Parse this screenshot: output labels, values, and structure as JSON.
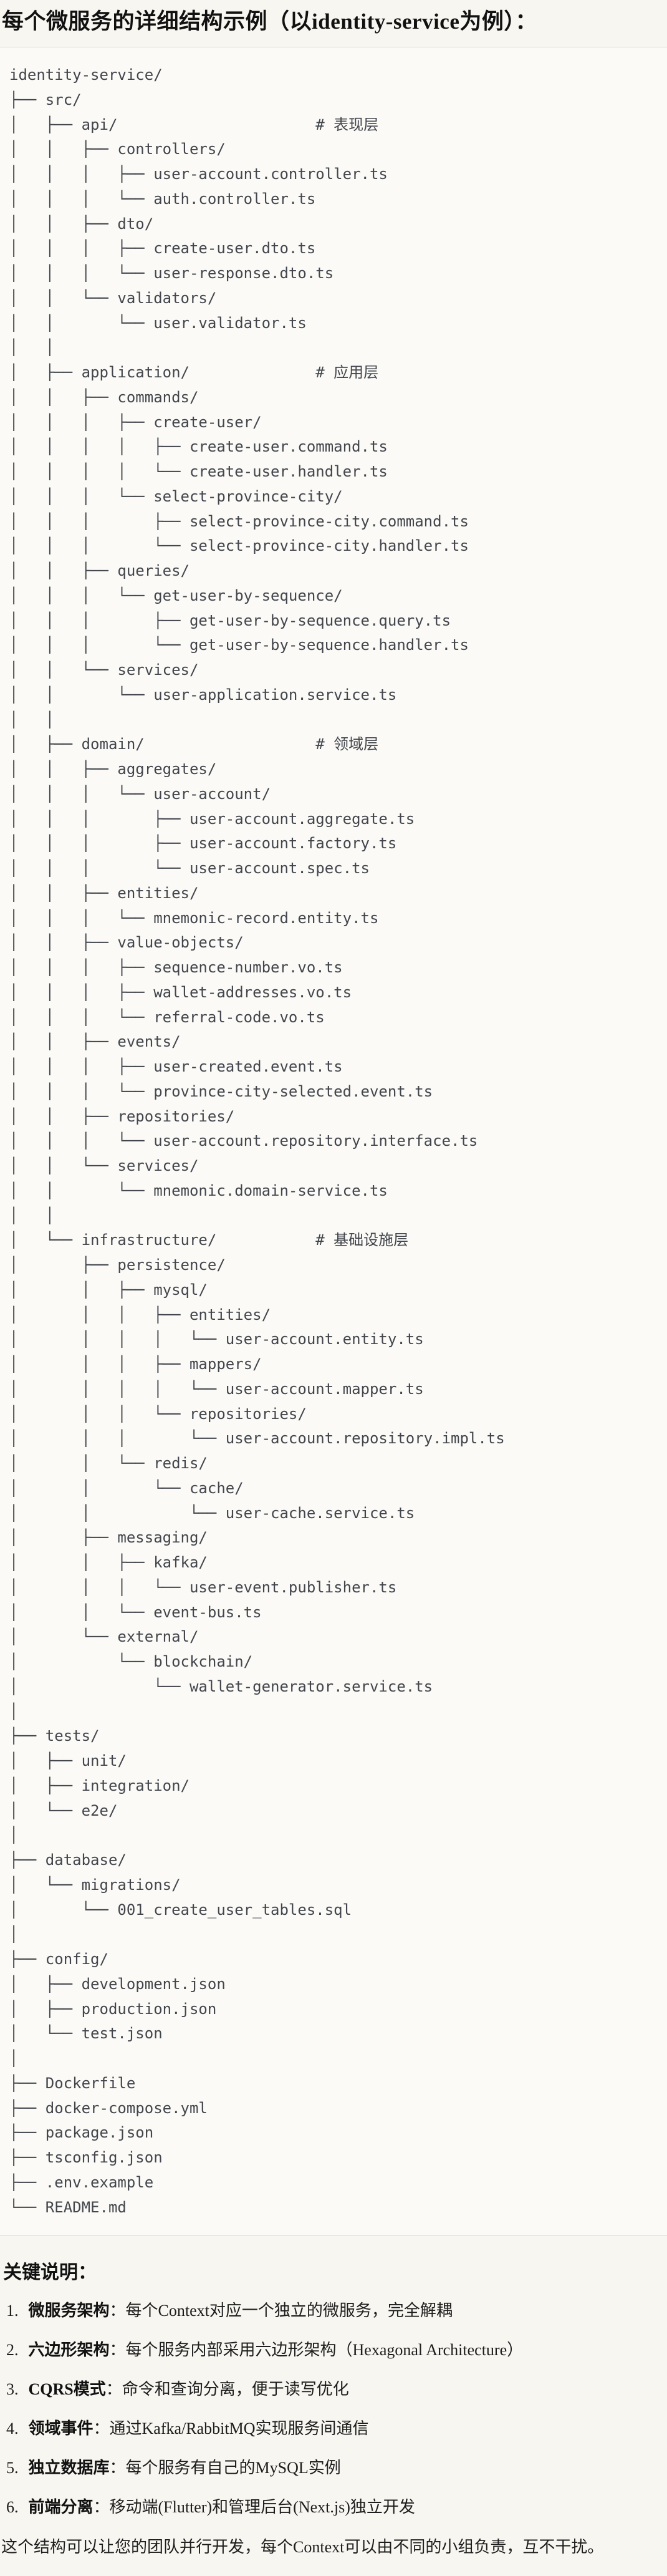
{
  "title": "每个微服务的详细结构示例（以identity-service为例）：",
  "tree_lines": [
    "identity-service/",
    "├── src/",
    "│   ├── api/                      # 表现层",
    "│   │   ├── controllers/",
    "│   │   │   ├── user-account.controller.ts",
    "│   │   │   └── auth.controller.ts",
    "│   │   ├── dto/",
    "│   │   │   ├── create-user.dto.ts",
    "│   │   │   └── user-response.dto.ts",
    "│   │   └── validators/",
    "│   │       └── user.validator.ts",
    "│   │",
    "│   ├── application/              # 应用层",
    "│   │   ├── commands/",
    "│   │   │   ├── create-user/",
    "│   │   │   │   ├── create-user.command.ts",
    "│   │   │   │   └── create-user.handler.ts",
    "│   │   │   └── select-province-city/",
    "│   │   │       ├── select-province-city.command.ts",
    "│   │   │       └── select-province-city.handler.ts",
    "│   │   ├── queries/",
    "│   │   │   └── get-user-by-sequence/",
    "│   │   │       ├── get-user-by-sequence.query.ts",
    "│   │   │       └── get-user-by-sequence.handler.ts",
    "│   │   └── services/",
    "│   │       └── user-application.service.ts",
    "│   │",
    "│   ├── domain/                   # 领域层",
    "│   │   ├── aggregates/",
    "│   │   │   └── user-account/",
    "│   │   │       ├── user-account.aggregate.ts",
    "│   │   │       ├── user-account.factory.ts",
    "│   │   │       └── user-account.spec.ts",
    "│   │   ├── entities/",
    "│   │   │   └── mnemonic-record.entity.ts",
    "│   │   ├── value-objects/",
    "│   │   │   ├── sequence-number.vo.ts",
    "│   │   │   ├── wallet-addresses.vo.ts",
    "│   │   │   └── referral-code.vo.ts",
    "│   │   ├── events/",
    "│   │   │   ├── user-created.event.ts",
    "│   │   │   └── province-city-selected.event.ts",
    "│   │   ├── repositories/",
    "│   │   │   └── user-account.repository.interface.ts",
    "│   │   └── services/",
    "│   │       └── mnemonic.domain-service.ts",
    "│   │",
    "│   └── infrastructure/           # 基础设施层",
    "│       ├── persistence/",
    "│       │   ├── mysql/",
    "│       │   │   ├── entities/",
    "│       │   │   │   └── user-account.entity.ts",
    "│       │   │   ├── mappers/",
    "│       │   │   │   └── user-account.mapper.ts",
    "│       │   │   └── repositories/",
    "│       │   │       └── user-account.repository.impl.ts",
    "│       │   └── redis/",
    "│       │       └── cache/",
    "│       │           └── user-cache.service.ts",
    "│       ├── messaging/",
    "│       │   ├── kafka/",
    "│       │   │   └── user-event.publisher.ts",
    "│       │   └── event-bus.ts",
    "│       └── external/",
    "│           └── blockchain/",
    "│               └── wallet-generator.service.ts",
    "│",
    "├── tests/",
    "│   ├── unit/",
    "│   ├── integration/",
    "│   └── e2e/",
    "│",
    "├── database/",
    "│   └── migrations/",
    "│       └── 001_create_user_tables.sql",
    "│",
    "├── config/",
    "│   ├── development.json",
    "│   ├── production.json",
    "│   └── test.json",
    "│",
    "├── Dockerfile",
    "├── docker-compose.yml",
    "├── package.json",
    "├── tsconfig.json",
    "├── .env.example",
    "└── README.md"
  ],
  "notes": {
    "heading": "关键说明：",
    "items": [
      {
        "num": "1.",
        "term": "微服务架构",
        "desc": "：每个Context对应一个独立的微服务，完全解耦"
      },
      {
        "num": "2.",
        "term": "六边形架构",
        "desc": "：每个服务内部采用六边形架构（Hexagonal Architecture）"
      },
      {
        "num": "3.",
        "term": "CQRS模式",
        "desc": "：命令和查询分离，便于读写优化"
      },
      {
        "num": "4.",
        "term": "领域事件",
        "desc": "：通过Kafka/RabbitMQ实现服务间通信"
      },
      {
        "num": "5.",
        "term": "独立数据库",
        "desc": "：每个服务有自己的MySQL实例"
      },
      {
        "num": "6.",
        "term": "前端分离",
        "desc": "：移动端(Flutter)和管理后台(Next.js)独立开发"
      }
    ]
  },
  "closing": "这个结构可以让您的团队并行开发，每个Context可以由不同的小组负责，互不干扰。",
  "colors": {
    "page_bg": "#f8f6f1",
    "code_bg": "#fbfaf7",
    "code_border": "#dad9d4",
    "code_text": "#42464c",
    "body_text": "#1d1d1d"
  }
}
